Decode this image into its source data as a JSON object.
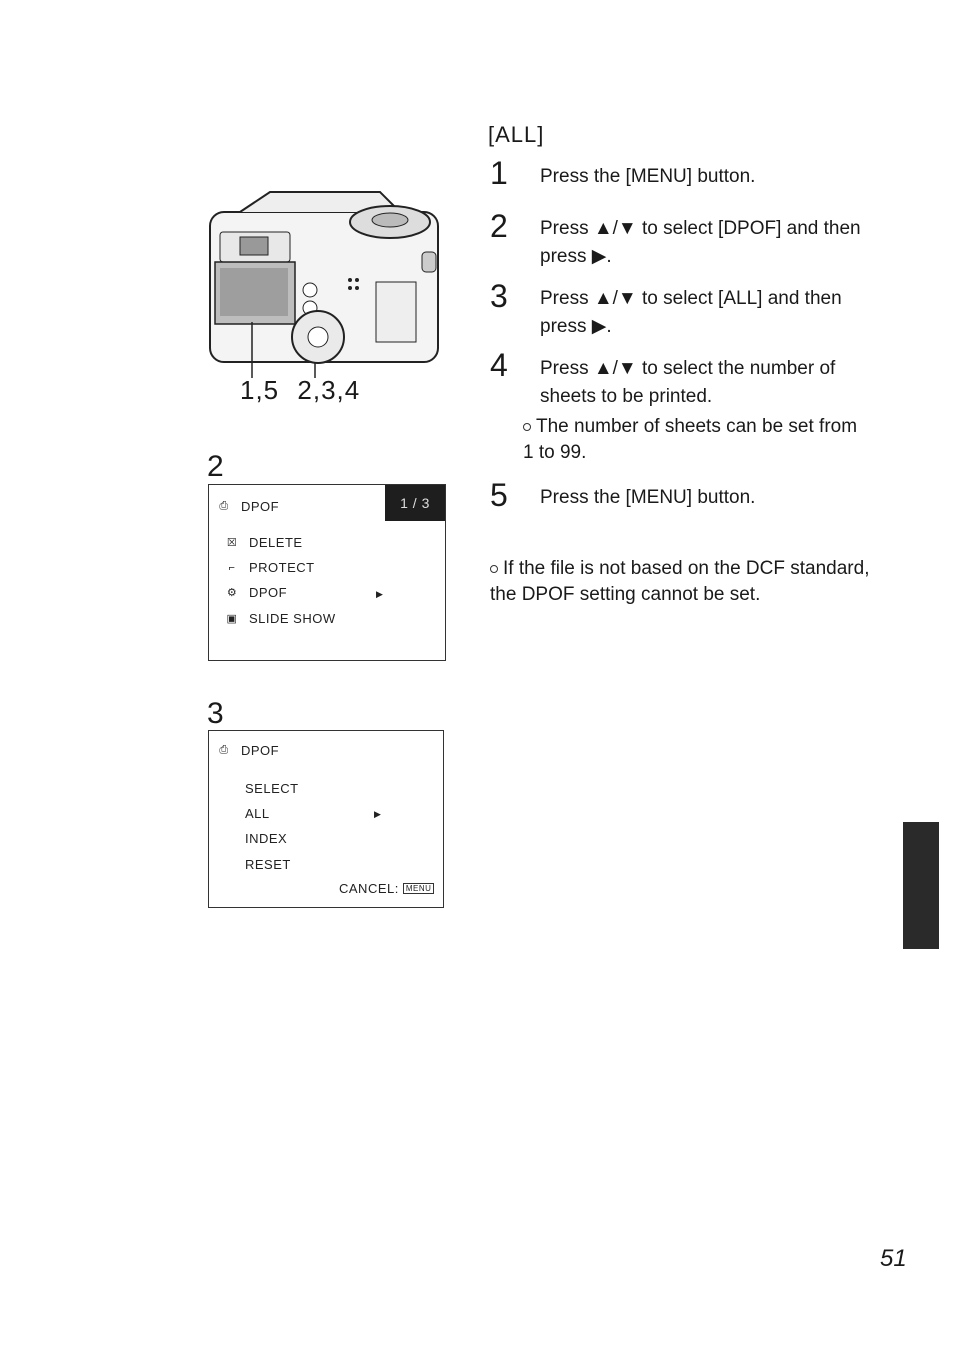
{
  "camera": {
    "callout_a": "1,5",
    "callout_b": "2,3,4"
  },
  "figure2": {
    "number": "2",
    "title": "DPOF",
    "page": "1 / 3",
    "items": [
      {
        "icon": "trash-icon",
        "glyph": "☒",
        "label": "DELETE"
      },
      {
        "icon": "key-icon",
        "glyph": "⌐",
        "label": "PROTECT"
      },
      {
        "icon": "print-icon",
        "glyph": "⚙",
        "label": "DPOF"
      },
      {
        "icon": "slideshow-icon",
        "glyph": "▣",
        "label": "SLIDE SHOW"
      }
    ]
  },
  "figure3": {
    "number": "3",
    "title": "DPOF",
    "items": [
      "SELECT",
      "ALL",
      "INDEX",
      "RESET"
    ],
    "cancel": "CANCEL:",
    "cancel_key": "MENU"
  },
  "instructions": {
    "heading": "[ALL]",
    "steps": [
      {
        "num": "1",
        "text": "Press the [MENU] button."
      },
      {
        "num": "2",
        "text": "Press ▲/▼ to select [DPOF] and then press ▶."
      },
      {
        "num": "3",
        "text": "Press ▲/▼ to select [ALL] and then press ▶."
      },
      {
        "num": "4",
        "text": "Press ▲/▼ to select the number of sheets to be printed."
      },
      {
        "num": "5",
        "text": "Press the [MENU] button."
      }
    ],
    "note_step4": "The number of sheets can be set from 1 to 99.",
    "note_dcf": "If the file is not based on the DCF standard, the DPOF setting cannot be set."
  },
  "page_number": "51"
}
